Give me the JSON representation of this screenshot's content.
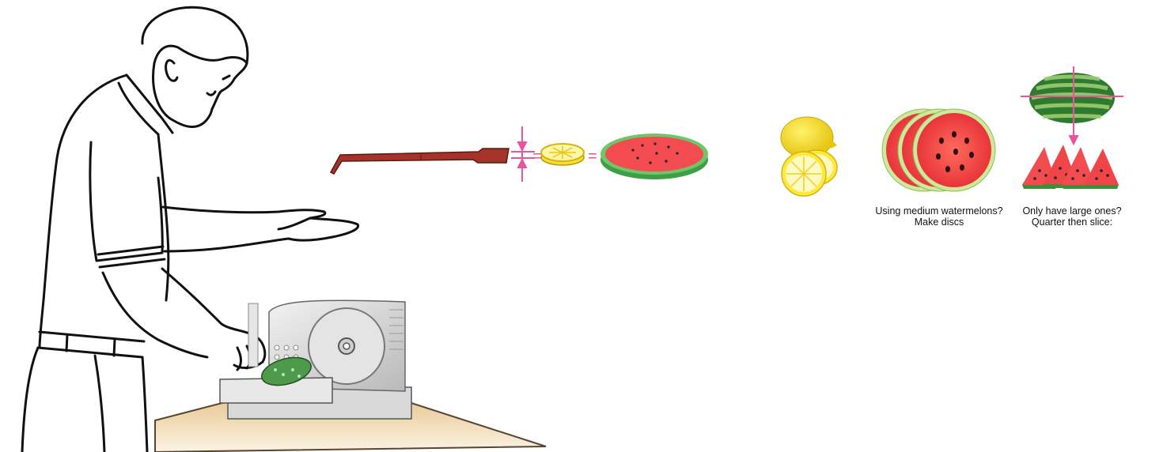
{
  "captions": {
    "medium_line1": "Using medium watermelons?",
    "medium_line2": "Make discs",
    "large_line1": "Only have large ones?",
    "large_line2": "Quarter then slice:"
  },
  "symbols": {
    "equals_1": "=",
    "equals_2": "="
  },
  "icons": {
    "person": "man-slicing-icon",
    "slicer": "meat-slicer-icon",
    "spatula": "spatula-icon",
    "lemon_slice": "lemon-slice-icon",
    "watermelon_disc": "watermelon-disc-icon",
    "lemons": "lemon-icon",
    "watermelon_discs": "watermelon-discs-icon",
    "whole_watermelon": "watermelon-icon",
    "wedges": "watermelon-wedge-icon"
  },
  "colors": {
    "marker_pink": "#e8559c",
    "spatula": "#a6332a",
    "lemon": "#f5e12b",
    "watermelon_flesh": "#f24b50",
    "watermelon_rind": "#3f8f3a",
    "table": "#e8c995"
  }
}
